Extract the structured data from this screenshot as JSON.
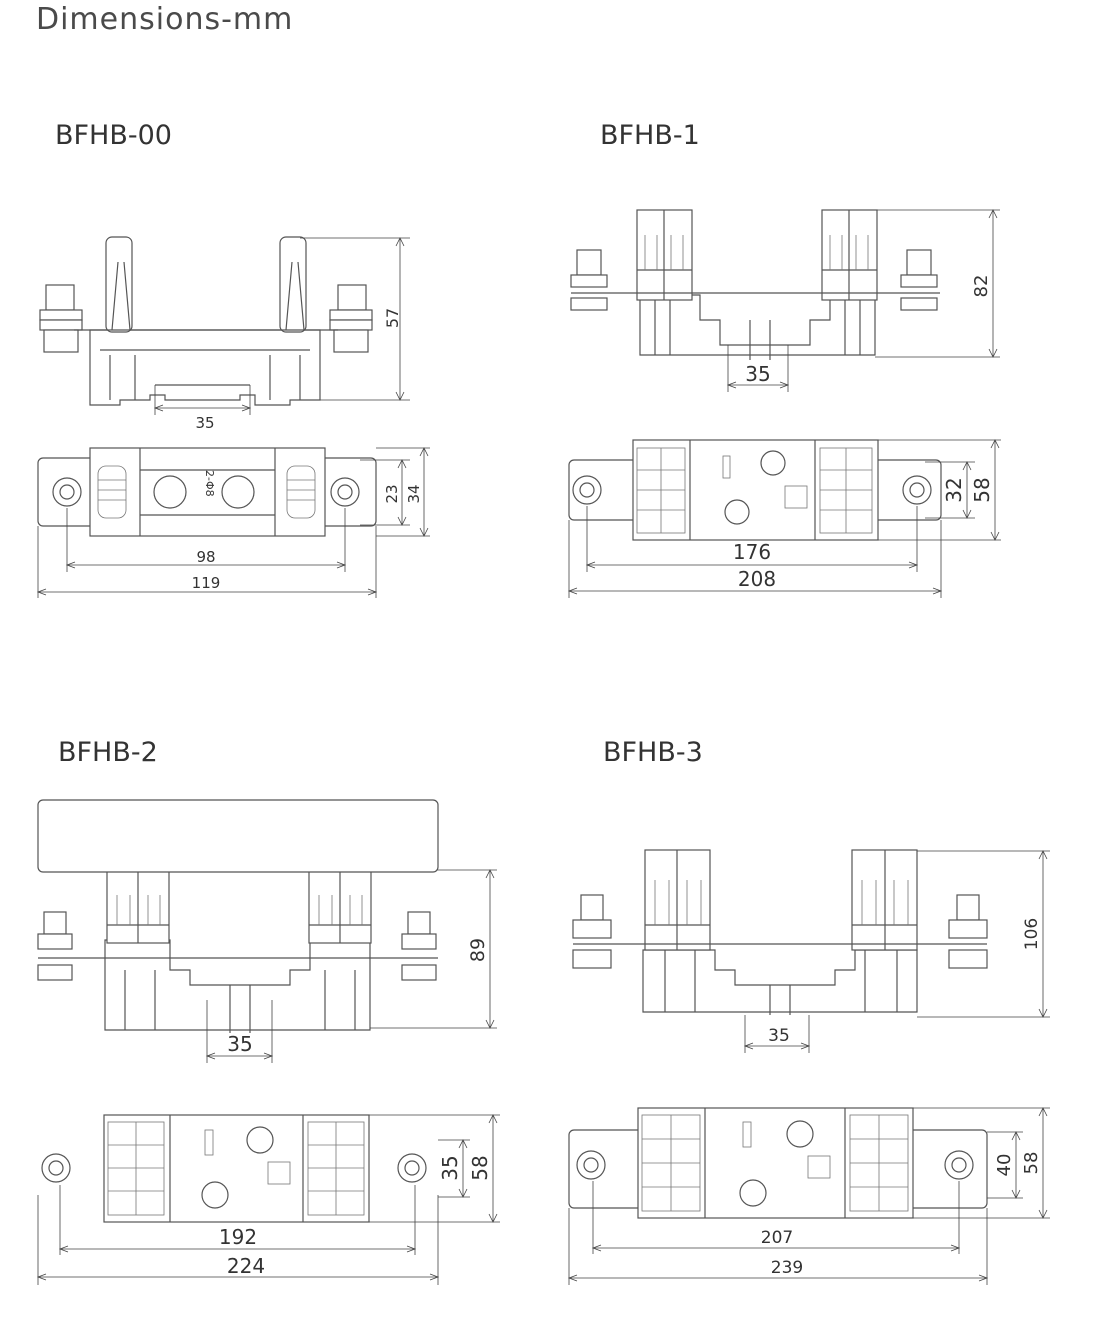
{
  "page_title": "Dimensions-mm",
  "models": [
    {
      "name": "BFHB-00",
      "dims": {
        "base_width": "35",
        "height": "57",
        "inner_depth": "23",
        "outer_depth": "34",
        "hole_spacing": "98",
        "total_length": "119"
      },
      "hole_note": "2-Φ8"
    },
    {
      "name": "BFHB-1",
      "dims": {
        "base_width": "35",
        "height": "82",
        "inner_depth": "32",
        "outer_depth": "58",
        "hole_spacing": "176",
        "total_length": "208"
      }
    },
    {
      "name": "BFHB-2",
      "dims": {
        "base_width": "35",
        "height": "89",
        "inner_depth": "35",
        "outer_depth": "58",
        "hole_spacing": "192",
        "total_length": "224"
      }
    },
    {
      "name": "BFHB-3",
      "dims": {
        "base_width": "35",
        "height": "106",
        "inner_depth": "40",
        "outer_depth": "58",
        "hole_spacing": "207",
        "total_length": "239"
      }
    }
  ]
}
